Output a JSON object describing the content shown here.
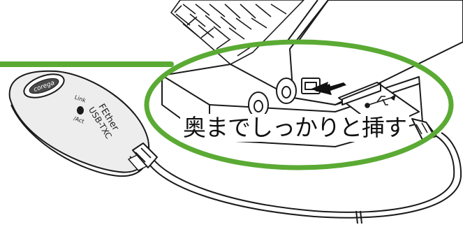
{
  "callout": {
    "text": "奥までしっかりと挿す"
  },
  "adapter": {
    "logo_text": "corega",
    "link_label": "Link",
    "act_label": "/Act",
    "product_line1": "FEther",
    "product_line2": "USB-TXC"
  },
  "colors": {
    "highlight": "#5aaa34",
    "stroke": "#1a1a1a",
    "body_fill": "#ededed",
    "laptop_fill": "#ffffff"
  },
  "icons": {
    "insert_arrow": "arrow-right-icon",
    "usb_symbol": "usb-icon"
  }
}
